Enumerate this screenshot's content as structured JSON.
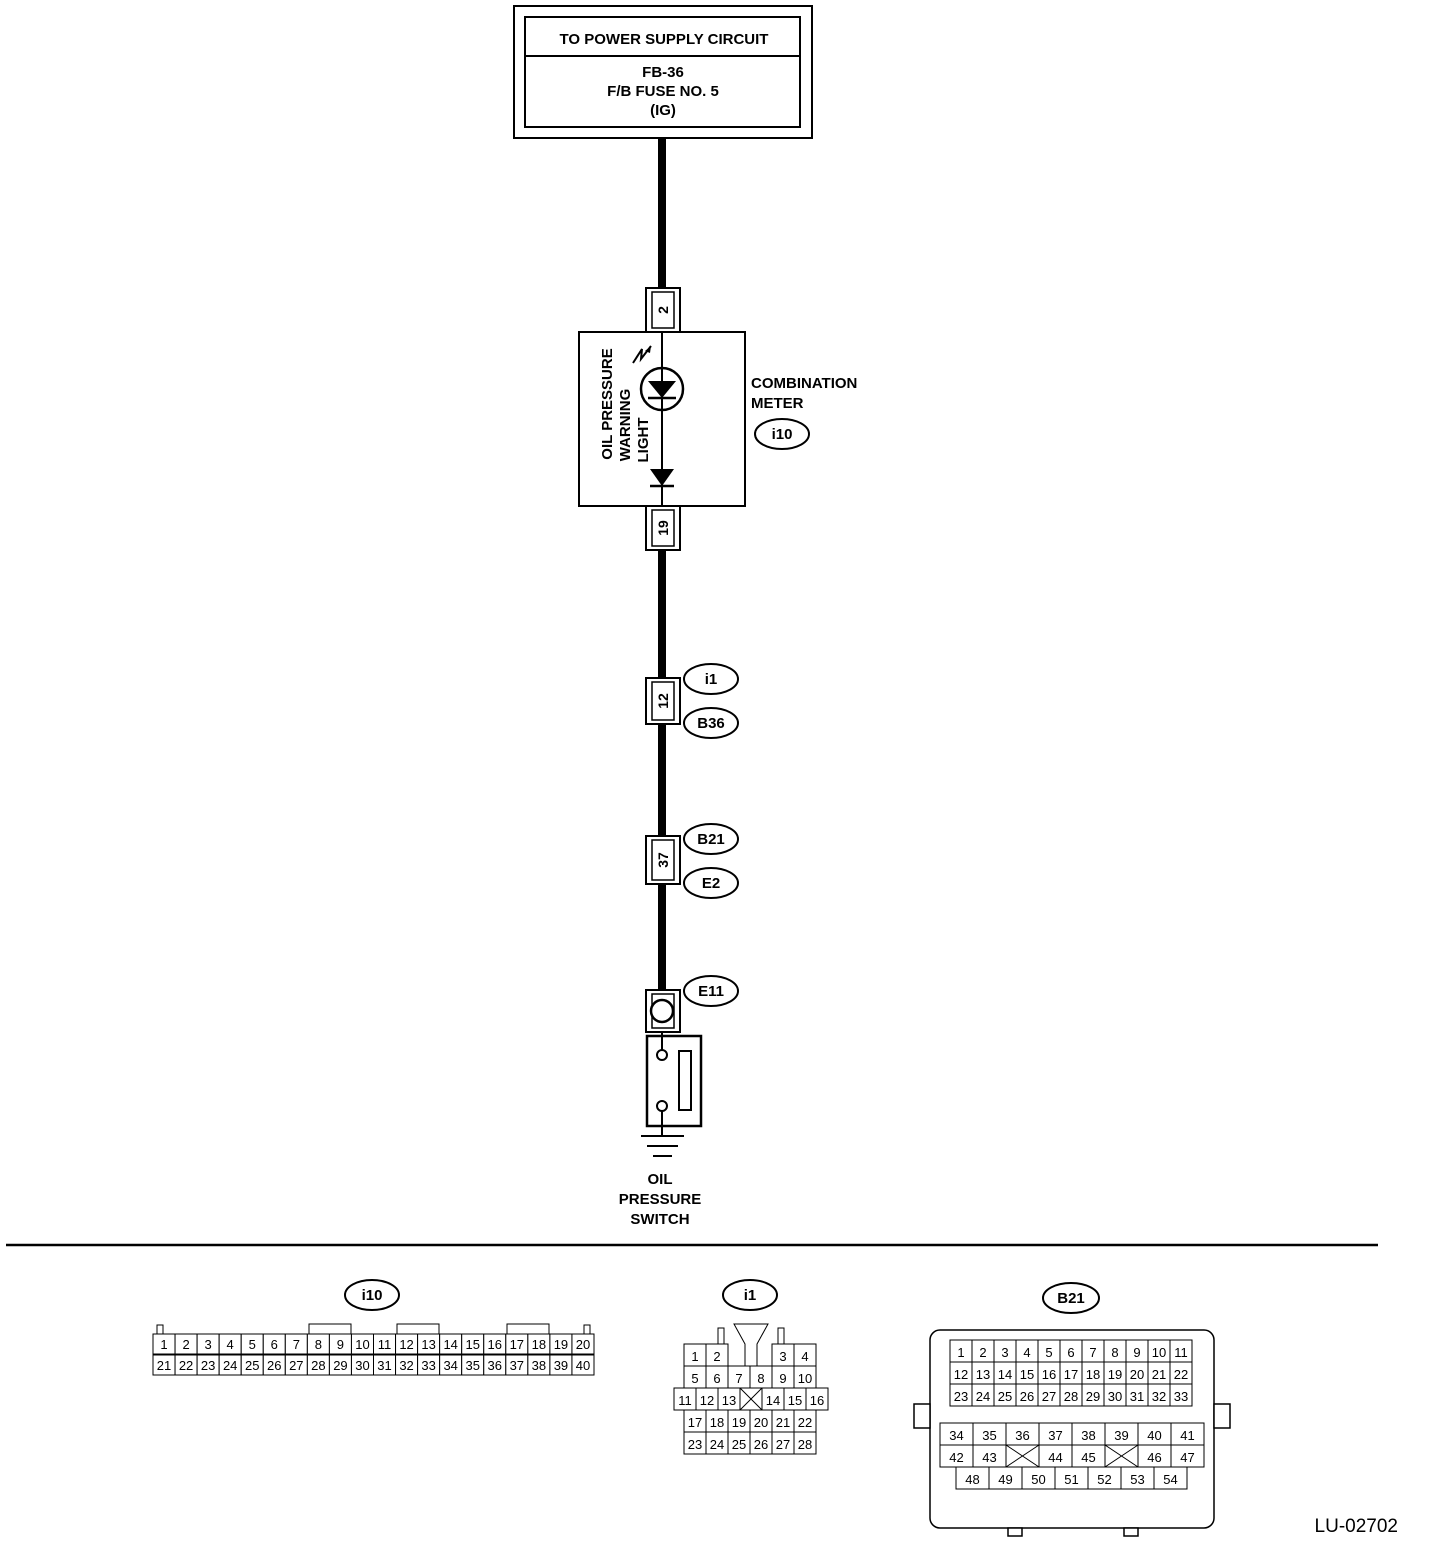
{
  "power_box": {
    "title": "TO POWER SUPPLY CIRCUIT",
    "line1": "FB-36",
    "line2": "F/B FUSE NO. 5",
    "line3": "(IG)"
  },
  "pins": {
    "meter_in": "2",
    "meter_out": "19",
    "i1_pin": "12",
    "b21_pin": "37"
  },
  "meter": {
    "name_line1": "COMBINATION",
    "name_line2": "METER",
    "connector": "i10",
    "lamp_line1": "OIL PRESSURE",
    "lamp_line2": "WARNING",
    "lamp_line3": "LIGHT"
  },
  "connector_tags": {
    "i1": "i1",
    "b36": "B36",
    "b21": "B21",
    "e2": "E2",
    "e11": "E11"
  },
  "switch": {
    "line1": "OIL",
    "line2": "PRESSURE",
    "line3": "SWITCH"
  },
  "connector_views": {
    "i10": {
      "label": "i10",
      "row1": [
        "1",
        "2",
        "3",
        "4",
        "5",
        "6",
        "7",
        "8",
        "9",
        "10",
        "11",
        "12",
        "13",
        "14",
        "15",
        "16",
        "17",
        "18",
        "19",
        "20"
      ],
      "row2": [
        "21",
        "22",
        "23",
        "24",
        "25",
        "26",
        "27",
        "28",
        "29",
        "30",
        "31",
        "32",
        "33",
        "34",
        "35",
        "36",
        "37",
        "38",
        "39",
        "40"
      ]
    },
    "i1": {
      "label": "i1",
      "row1": [
        "1",
        "2",
        "",
        "3",
        "4"
      ],
      "row2": [
        "5",
        "6",
        "7",
        "8",
        "9",
        "10"
      ],
      "row3": [
        "11",
        "12",
        "13",
        "14",
        "15",
        "16"
      ],
      "row4": [
        "17",
        "18",
        "19",
        "20",
        "21",
        "22"
      ],
      "row5": [
        "23",
        "24",
        "25",
        "26",
        "27",
        "28"
      ]
    },
    "b21": {
      "label": "B21",
      "row1": [
        "1",
        "2",
        "3",
        "4",
        "5",
        "6",
        "7",
        "8",
        "9",
        "10",
        "11"
      ],
      "row2": [
        "12",
        "13",
        "14",
        "15",
        "16",
        "17",
        "18",
        "19",
        "20",
        "21",
        "22"
      ],
      "row3": [
        "23",
        "24",
        "25",
        "26",
        "27",
        "28",
        "29",
        "30",
        "31",
        "32",
        "33"
      ],
      "row4": [
        "34",
        "35",
        "36",
        "37",
        "38",
        "39",
        "40",
        "41"
      ],
      "row5": [
        "42",
        "43",
        "44",
        "45",
        "46",
        "47"
      ],
      "row6": [
        "48",
        "49",
        "50",
        "51",
        "52",
        "53",
        "54"
      ]
    }
  },
  "figure_id": "LU-02702"
}
